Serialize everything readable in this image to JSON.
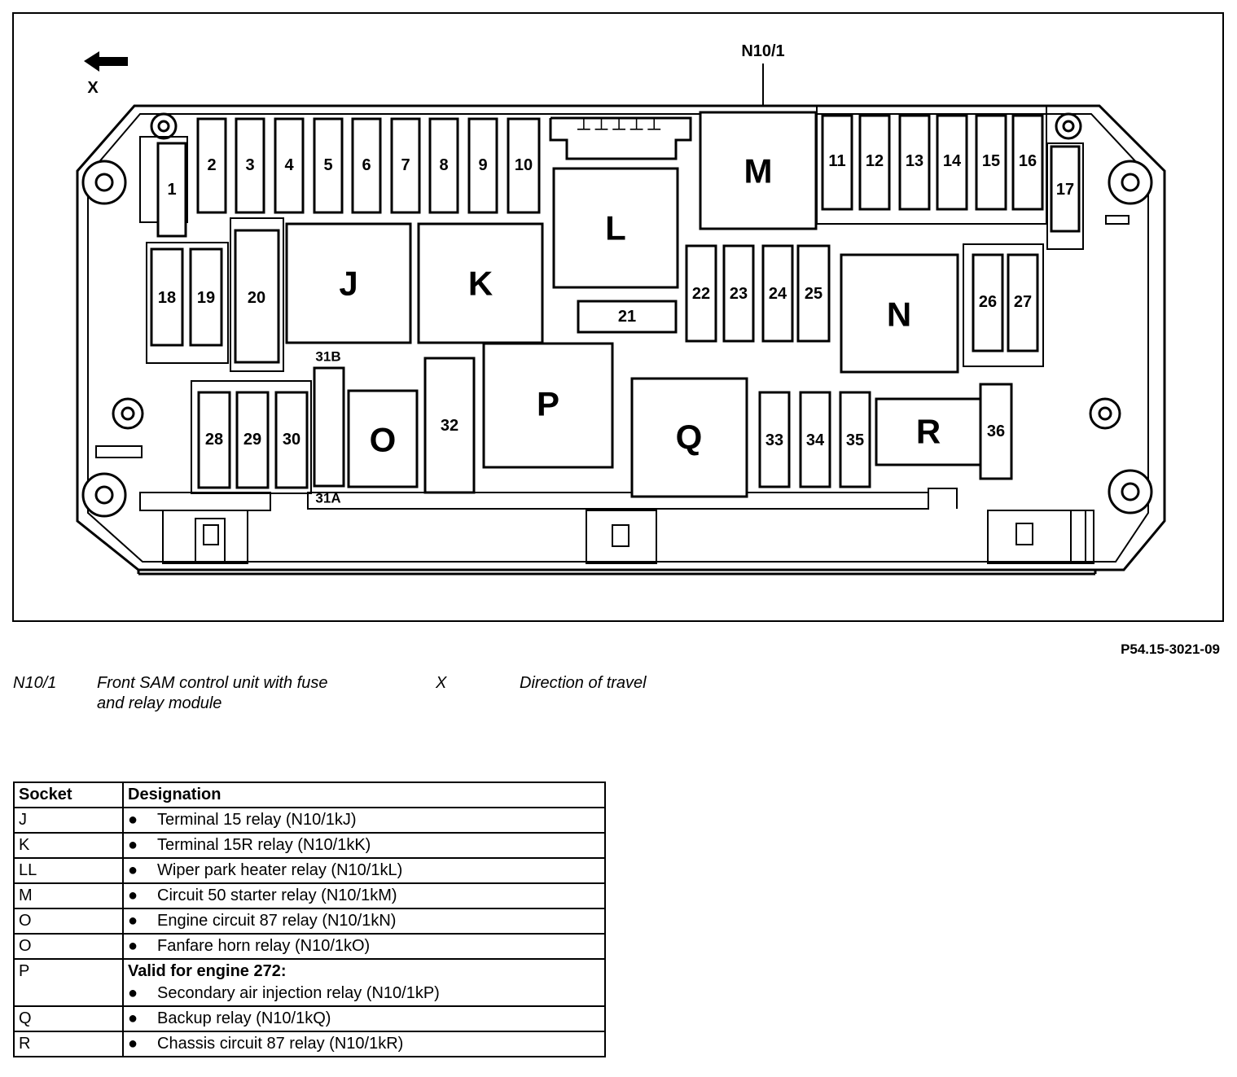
{
  "diagram": {
    "unit_label": "N10/1",
    "direction_label": "X",
    "fuses": [
      "1",
      "2",
      "3",
      "4",
      "5",
      "6",
      "7",
      "8",
      "9",
      "10",
      "11",
      "12",
      "13",
      "14",
      "15",
      "16",
      "17",
      "18",
      "19",
      "20",
      "21",
      "22",
      "23",
      "24",
      "25",
      "26",
      "27",
      "28",
      "29",
      "30",
      "31A",
      "31B",
      "32",
      "33",
      "34",
      "35",
      "36"
    ],
    "relays": [
      "J",
      "K",
      "L",
      "M",
      "N",
      "O",
      "P",
      "Q",
      "R"
    ]
  },
  "figure_id": "P54.15-3021-09",
  "legend": [
    {
      "key": "N10/1",
      "text_line1": "Front SAM control unit with fuse",
      "text_line2": "and relay module"
    },
    {
      "key": "X",
      "text_line1": "Direction of travel"
    }
  ],
  "table": {
    "headers": [
      "Socket",
      "Designation"
    ],
    "rows": [
      {
        "socket": "J",
        "designation": "Terminal 15 relay (N10/1kJ)"
      },
      {
        "socket": "K",
        "designation": "Terminal 15R relay (N10/1kK)"
      },
      {
        "socket": "LL",
        "designation": "Wiper park heater relay (N10/1kL)"
      },
      {
        "socket": "M",
        "designation": "Circuit 50 starter relay (N10/1kM)"
      },
      {
        "socket": "O",
        "designation": "Engine circuit 87 relay (N10/1kN)"
      },
      {
        "socket": "O",
        "designation": "Fanfare horn relay (N10/1kO)"
      },
      {
        "socket": "P",
        "heading": "Valid for engine 272:",
        "designation": "Secondary air injection relay (N10/1kP)"
      },
      {
        "socket": "Q",
        "designation": "Backup relay (N10/1kQ)"
      },
      {
        "socket": "R",
        "designation": "Chassis circuit 87 relay (N10/1kR)"
      }
    ],
    "bullet": "●"
  }
}
